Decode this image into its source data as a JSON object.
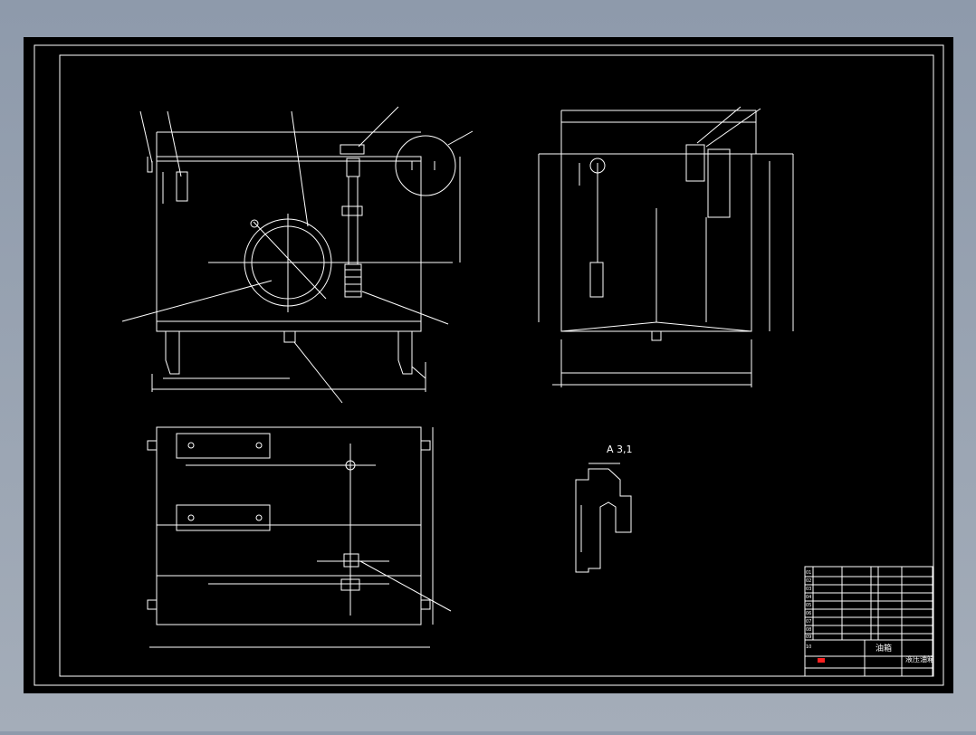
{
  "section_label": "A 3,1",
  "title_block": {
    "part_name": "油箱",
    "drawing_title": "液压油箱",
    "rows": [
      "01",
      "02",
      "03",
      "04",
      "05",
      "06",
      "07",
      "08",
      "09",
      "10"
    ]
  },
  "colors": {
    "drawing_bg": "#000000",
    "line": "#ffffff",
    "accent_red": "#ff2020"
  }
}
